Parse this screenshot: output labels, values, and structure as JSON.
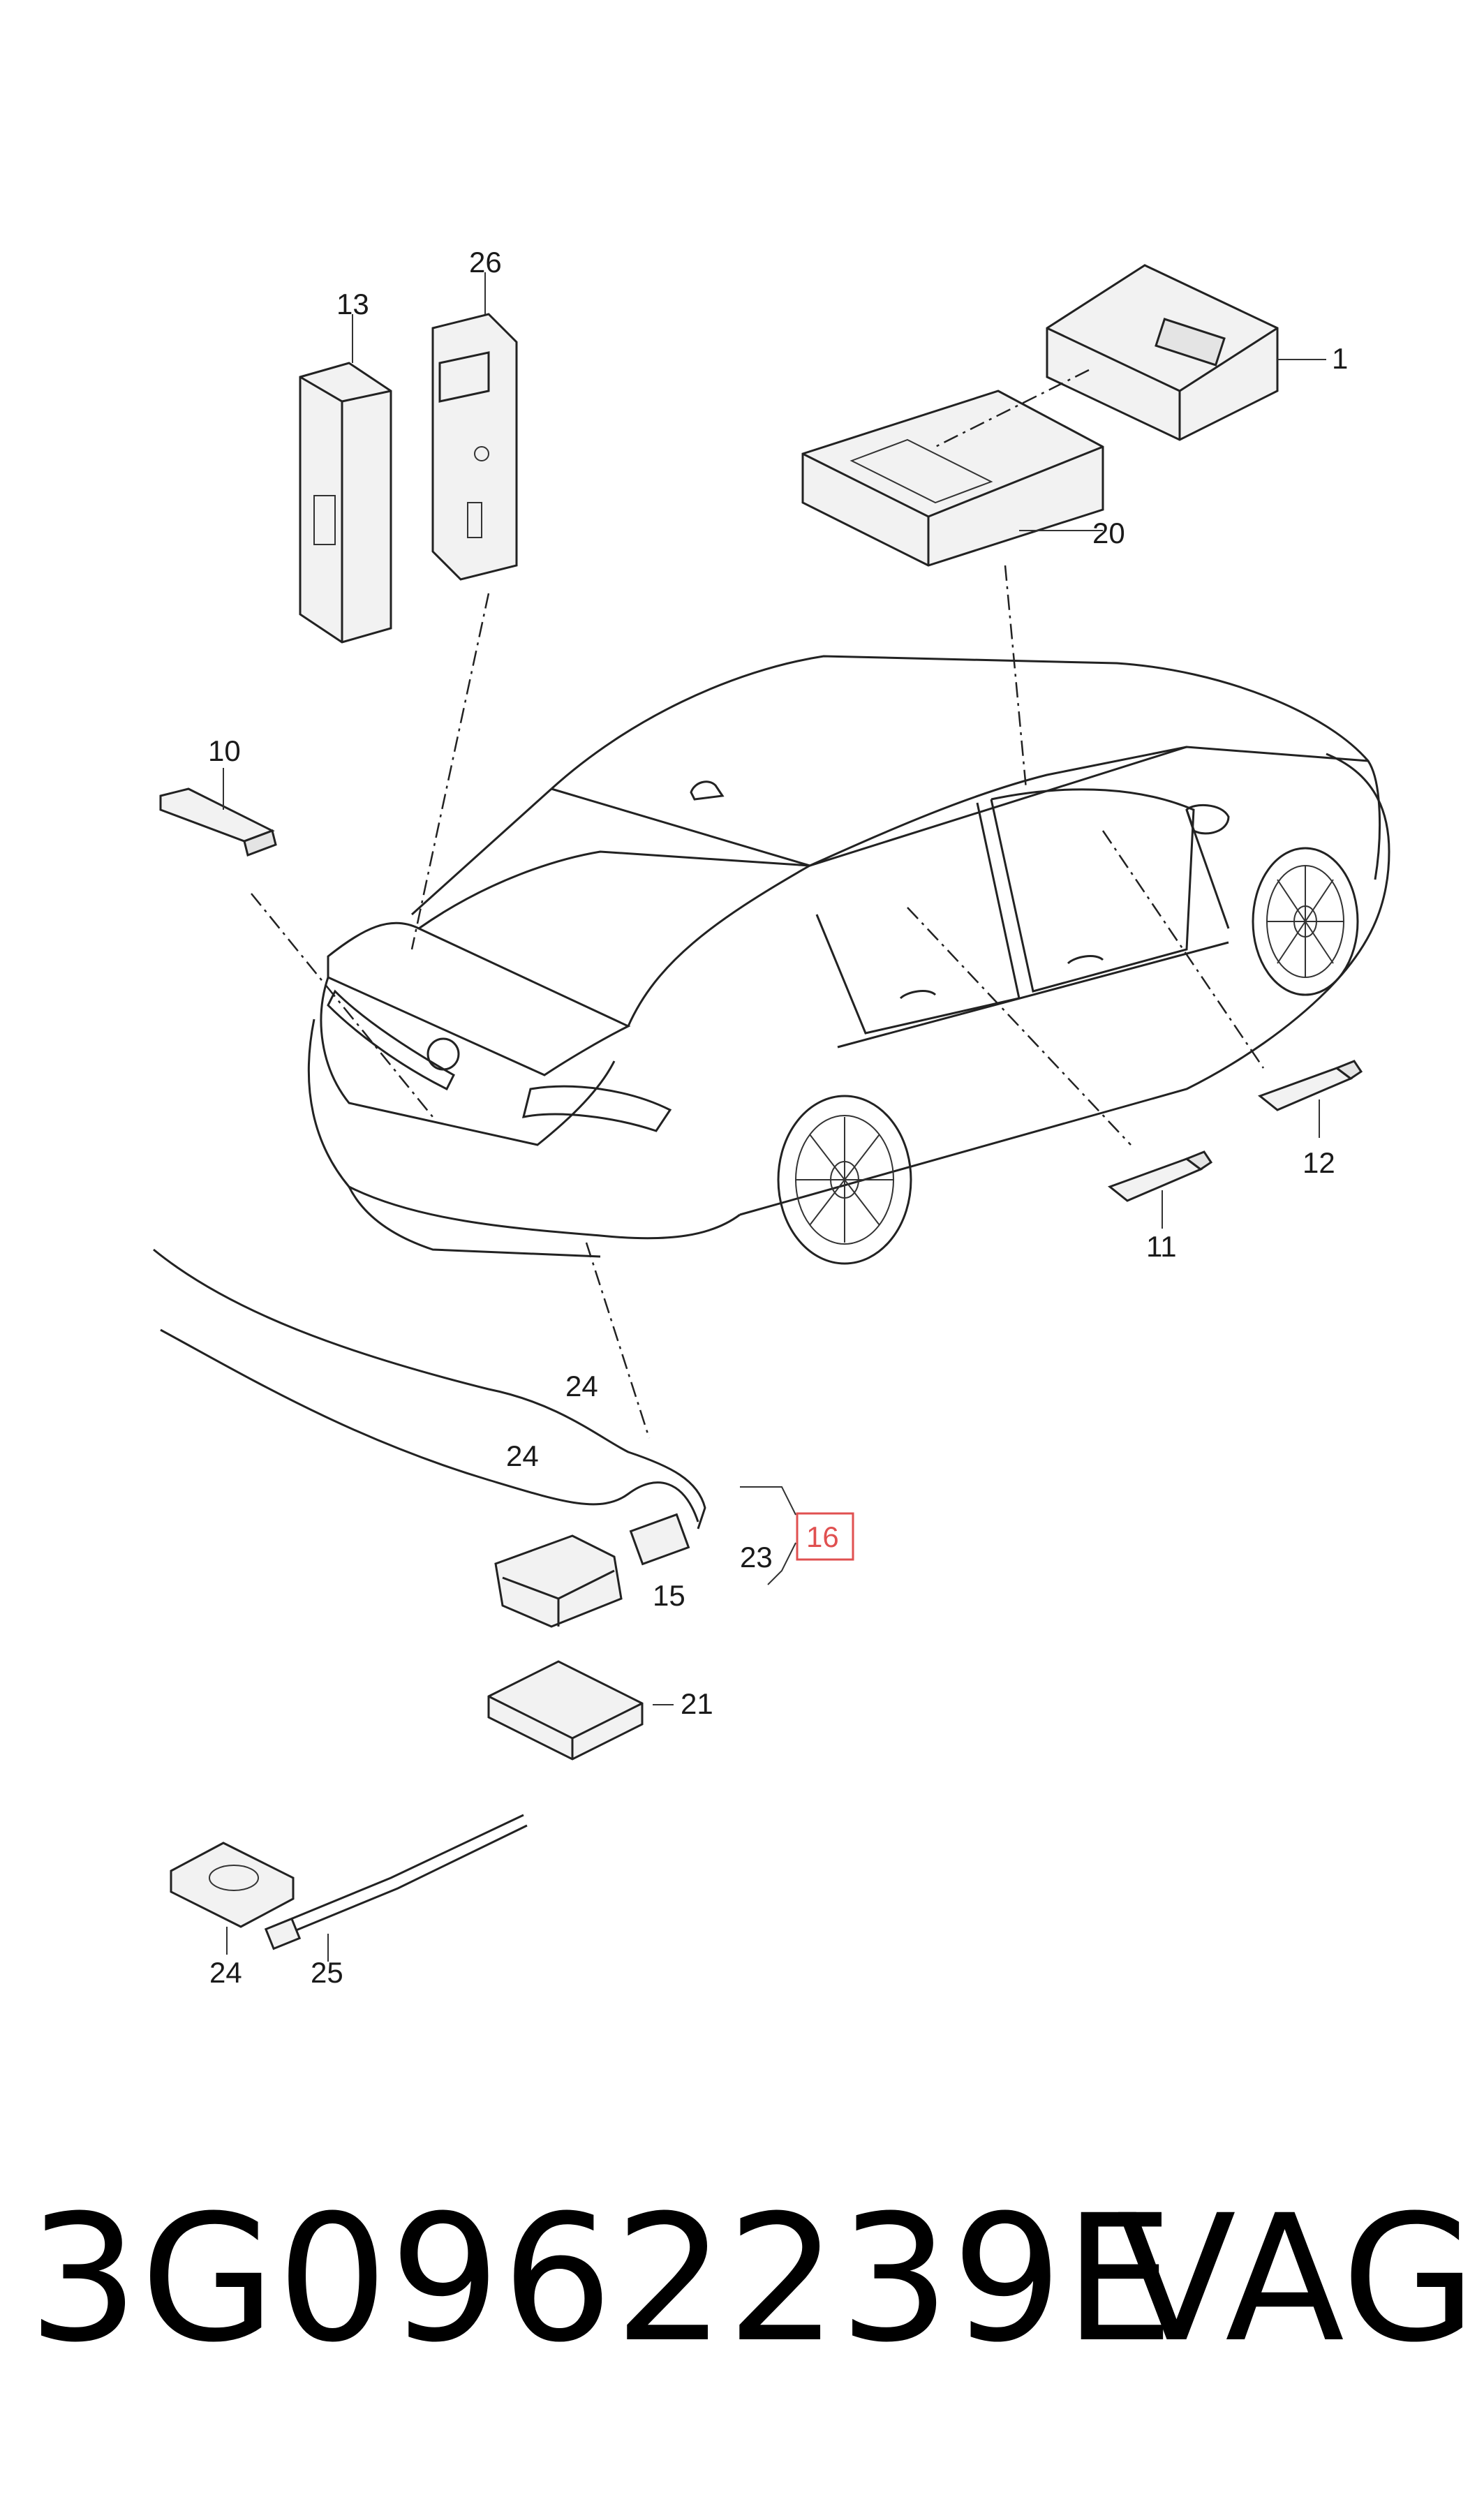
{
  "callouts": {
    "c1": "1",
    "c10": "10",
    "c11": "11",
    "c12": "12",
    "c13": "13",
    "c15": "15",
    "c16": "16",
    "c20": "20",
    "c21": "21",
    "c23": "23",
    "c24a": "24",
    "c24b": "24",
    "c24c": "24",
    "c25": "25",
    "c26": "26"
  },
  "highlight_color": "#e05050",
  "footer": {
    "part_number": "3G0962239E",
    "brand": "VAG"
  }
}
